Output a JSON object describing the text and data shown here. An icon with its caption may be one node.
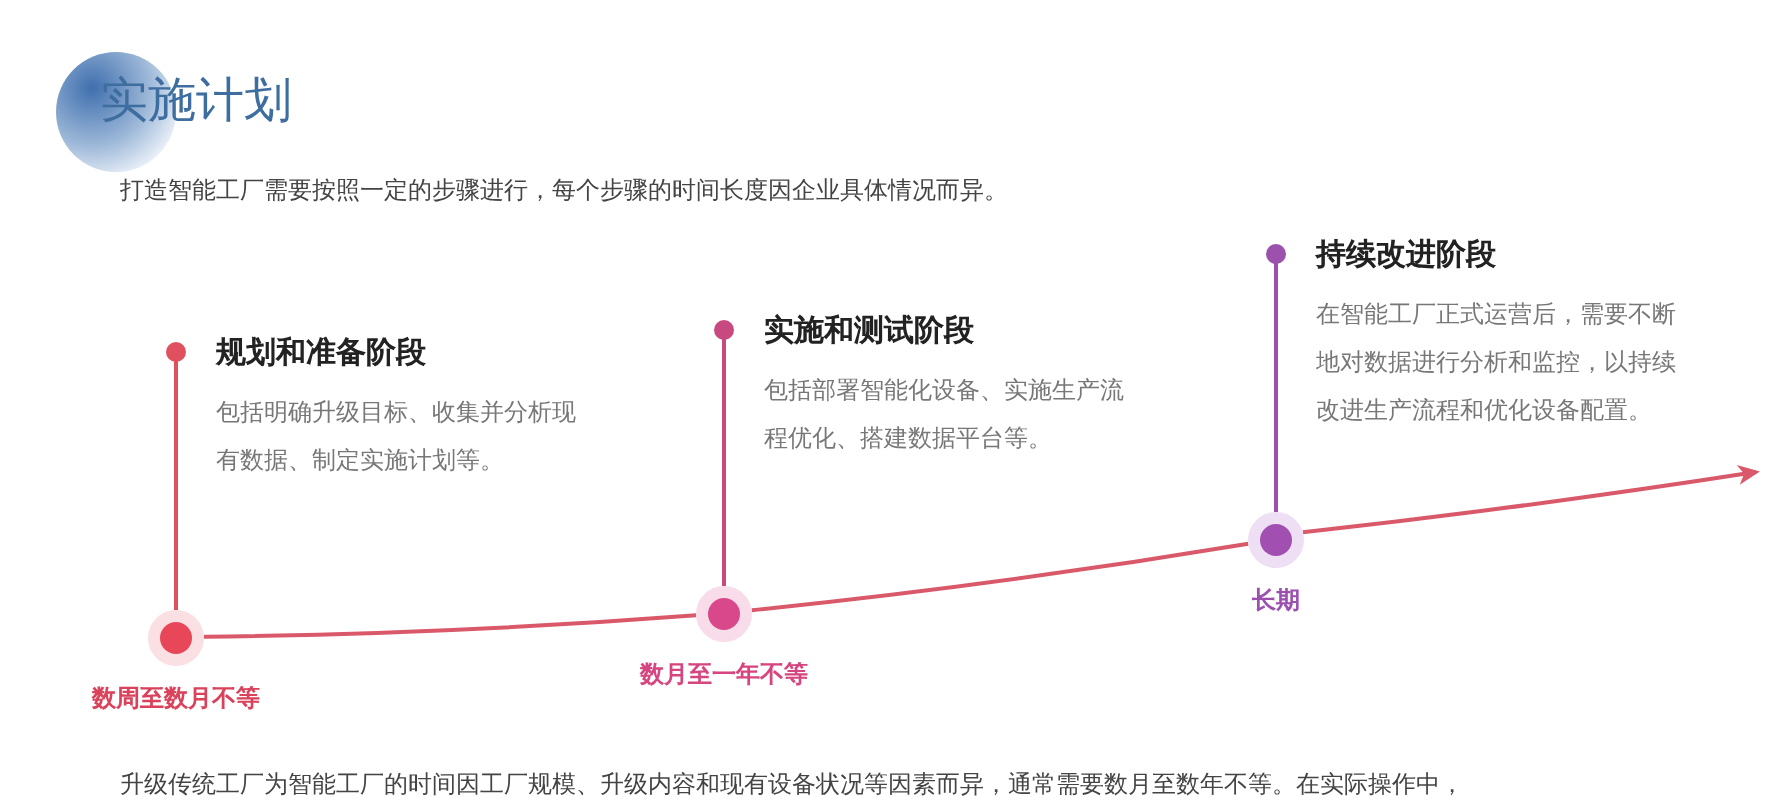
{
  "diagram": {
    "title": "实施计划",
    "nodes": [
      {
        "text": [
          "规划和准备阶段",
          "包括明确升级目标、收集并分析现有数据、制定实施计划等。"
        ]
      },
      {
        "text": [
          "实施和测试阶段",
          "包括部署智能化设备、实施生产流程优化、搭建数据平台等。"
        ]
      },
      {
        "text": [
          "持续改进阶段",
          "在智能工厂正式运营后，需要不断地对数据进行分析和监控，以持续改进生产流程和优化设备配置。"
        ]
      },
      {
        "text": [],
        "shape": "circle",
        "beside": [
          "数周至数月不等"
        ]
      },
      {
        "text": [],
        "shape": "circle",
        "beside": [
          "数月至一年不等"
        ]
      },
      {
        "text": [],
        "shape": "circle",
        "beside": [
          "长期"
        ]
      }
    ],
    "edges": [
      {
        "from": 3,
        "to": 0,
        "arrow": "other",
        "color": "#e0505f"
      },
      {
        "from": 4,
        "to": 1,
        "arrow": "other",
        "color": "#c8497f"
      },
      {
        "from": 5,
        "to": 2,
        "arrow": "other",
        "color": "#9c52ad"
      },
      {
        "from": 3,
        "to": 4,
        "arrow": "none"
      },
      {
        "from": 4,
        "to": 5,
        "arrow": "none"
      },
      {
        "from": 5,
        "to": null,
        "arrow": "to"
      }
    ],
    "labels": [
      "打造智能工厂需要按照一定的步骤进行，每个步骤的时间长度因企业具体情况而异。",
      "升级传统工厂为智能工厂的时间因工厂规模、升级内容和现有设备状况等因素而异，通常需要数月至数年不等。在实际操作中，"
    ]
  }
}
